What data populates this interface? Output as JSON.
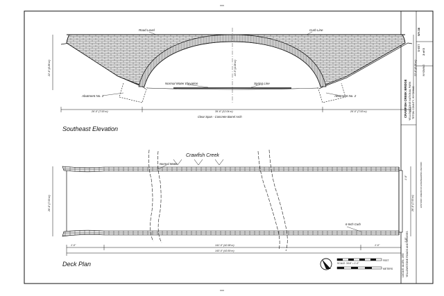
{
  "drawing": {
    "elevation_title": "Southeast Elevation",
    "plan_title": "Deck Plan",
    "labels": {
      "road_level": "Road Level",
      "curb_line": "Curb Line",
      "abutment_1": "Abutment No. 1",
      "abutment_2": "Abutment No. 2",
      "normal_water_elevation": "Normal Water Elevation",
      "spring_line": "Spring Line",
      "clear_span": "Clear Span - Concrete Barrel Arch",
      "crawfish_creek": "Crawfish Creek",
      "normal_water": "Normal Water",
      "curb": "6-Inch Curb"
    },
    "dims": {
      "elev_left": "26'-0\" (7.93 m)",
      "elev_center": "39'-6\" (12.04 m)",
      "elev_right": "26'-0\" (7.93 m)",
      "elev_height_left": "22'-6\" (6.86 m)",
      "elev_height_right": "22'-6\" (6.86 m)",
      "elev_rise": "13'-5\" (4.09 m)",
      "plan_width_left": "26'-0\" (7.93 m)",
      "plan_width_right": "26'-0\" (7.93 m)",
      "plan_curb_left": "1'-0\"",
      "plan_curb_right": "1'-0\"",
      "plan_mid": "141'-0\" (42.98 m)",
      "plan_total": "143'-0\" (43.59 m)",
      "plan_side_1": "1'-0\"",
      "plan_side_2": "1'-0\""
    },
    "scale_bar": {
      "feet_label": "FEET",
      "meters_label": "METERS",
      "scale_text": "SCALE: 3/16\" = 1'-0\""
    }
  },
  "title_block": {
    "delineator": "LUCIA E. ALLEN, 1990",
    "project": "YELLOWSTONE ROADS AND BRIDGES",
    "structure": "CRAWFISH CREEK BRIDGE",
    "location": "YELLOWSTONE NATIONAL PARK",
    "region": "TETON COUNTY, WYOMING",
    "survey": "HISTORIC AMERICAN ENGINEERING RECORD",
    "sheet_label": "SHEET",
    "sheet_no": "2 of 3",
    "record_no": "WY-38",
    "state": "WYOMING"
  }
}
